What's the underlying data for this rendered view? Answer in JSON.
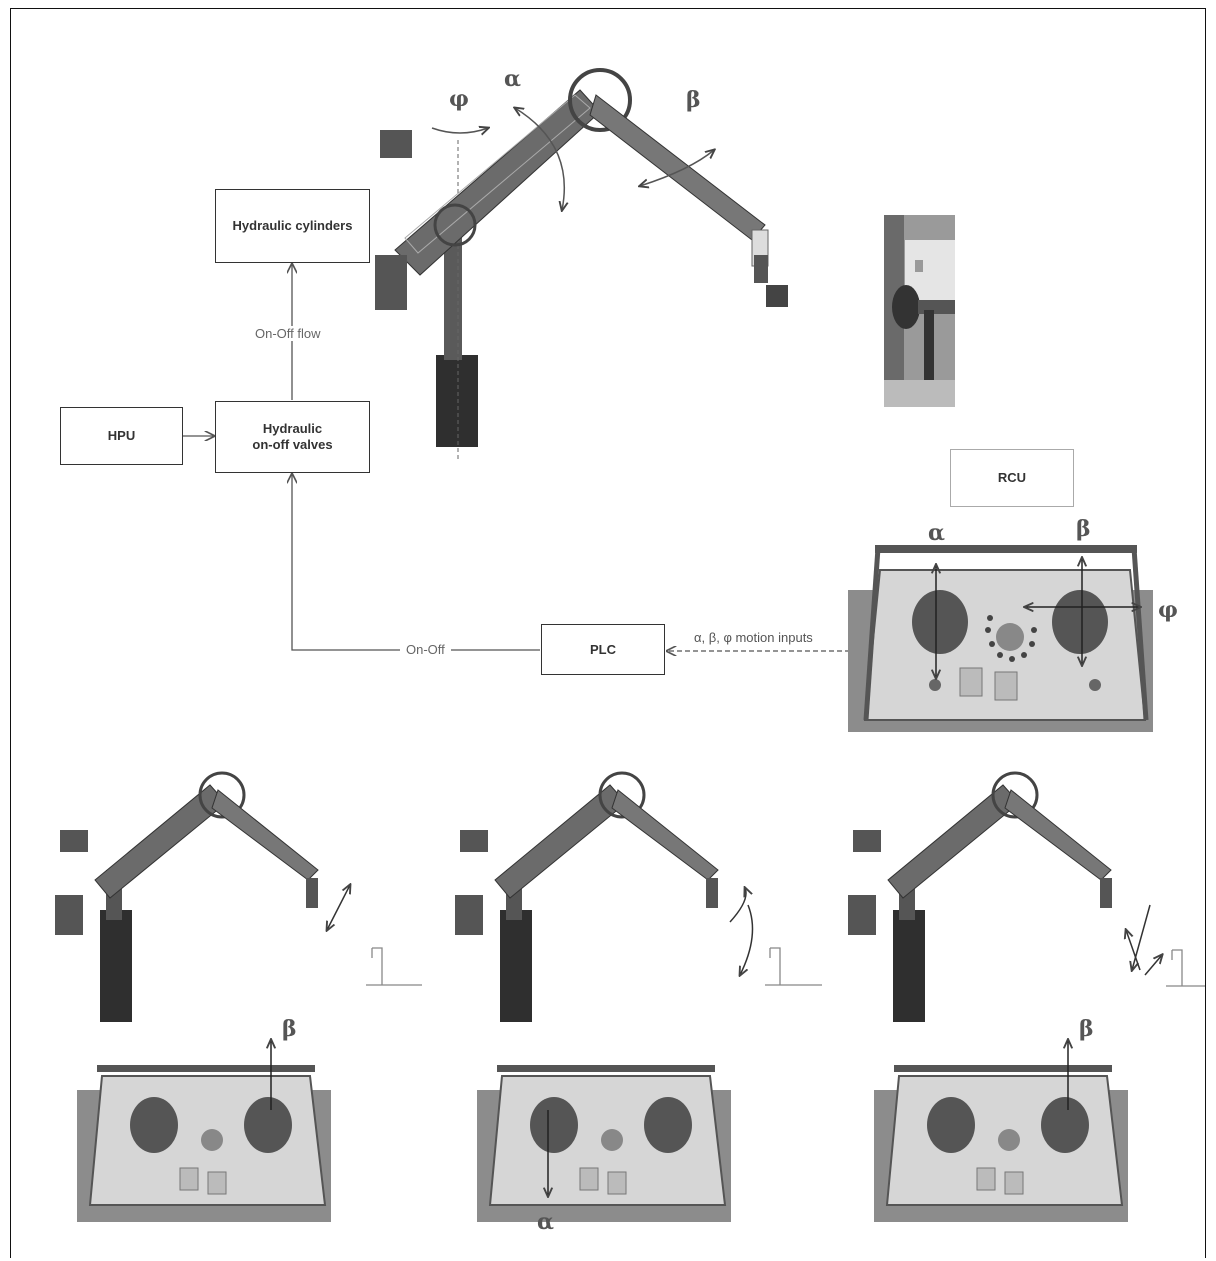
{
  "boxes": {
    "hydraulic_cylinders": "Hydraulic cylinders",
    "valves_line1": "Hydraulic",
    "valves_line2": "on-off valves",
    "hpu": "HPU",
    "plc": "PLC",
    "rcu": "RCU"
  },
  "labels": {
    "on_off_flow": "On-Off flow",
    "on_off": "On-Off",
    "motion_inputs": "α, β, φ motion inputs"
  },
  "symbols": {
    "phi": "φ",
    "alpha": "α",
    "beta": "β"
  },
  "colors": {
    "line": "#555555",
    "steel": "#4a4a4a",
    "panel": "#d9d9d9",
    "joystick": "#5a5a5a"
  }
}
